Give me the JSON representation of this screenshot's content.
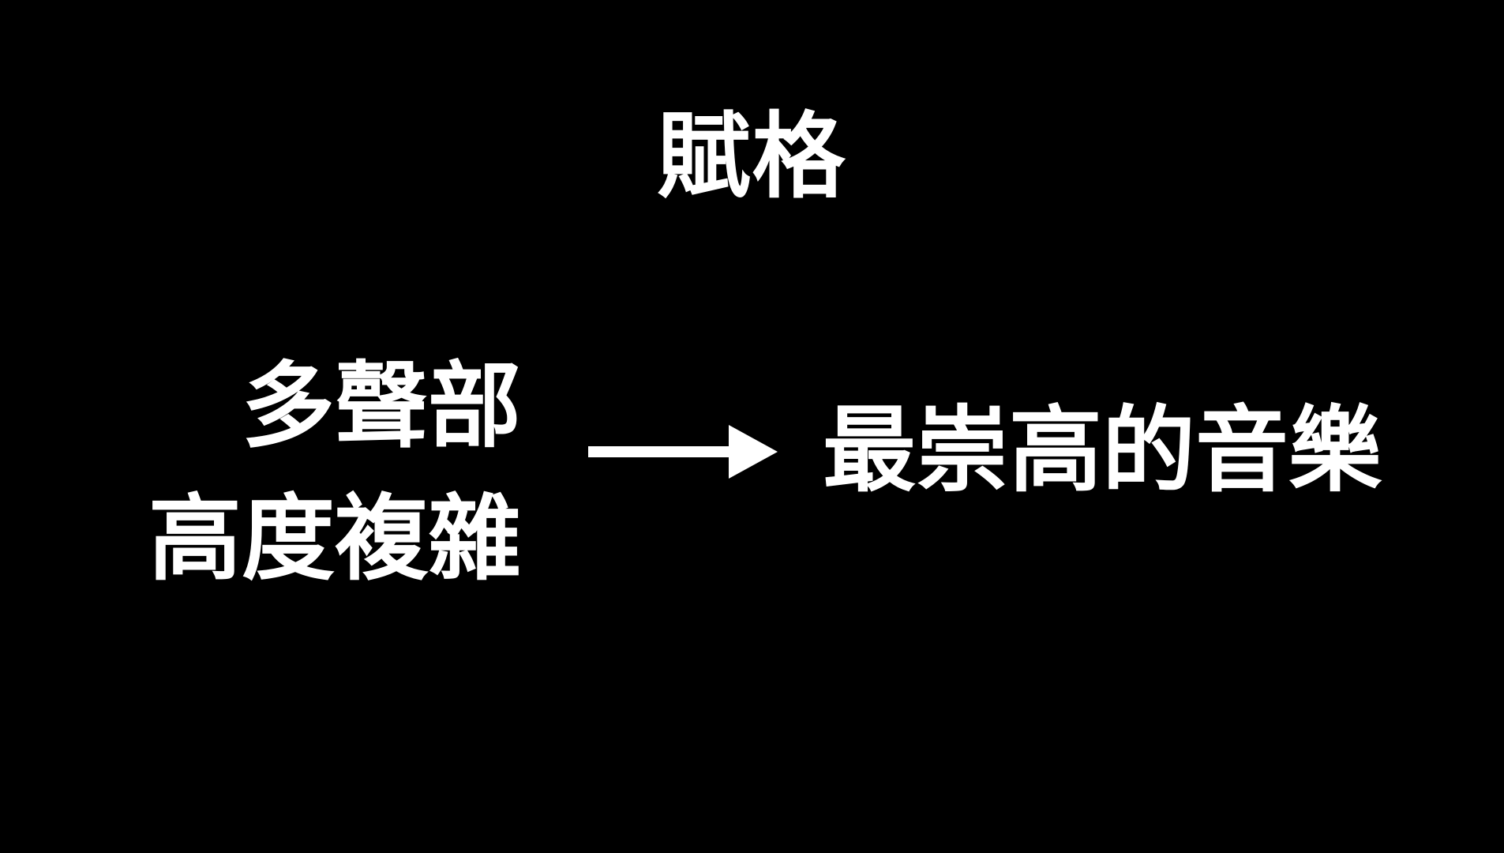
{
  "slide": {
    "title": "賦格",
    "left_lines": [
      "多聲部",
      "高度複雜"
    ],
    "right_text": "最崇高的音樂",
    "arrow_icon": "right-arrow-icon",
    "colors": {
      "background": "#000000",
      "text": "#ffffff"
    }
  }
}
